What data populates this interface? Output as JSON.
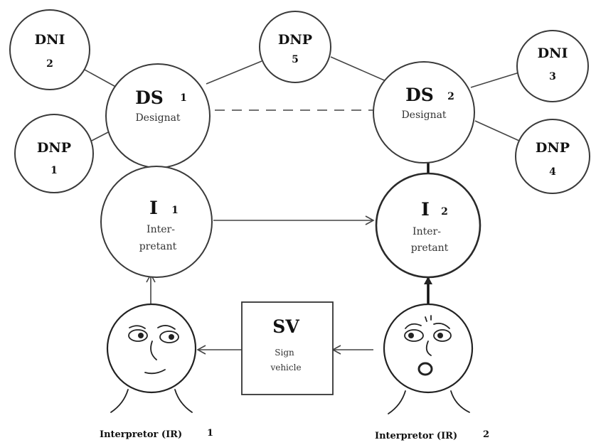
{
  "nodes": {
    "dni2": {
      "name": "DNI",
      "num": "2"
    },
    "dnp1": {
      "name": "DNP",
      "num": "1"
    },
    "dnp5": {
      "name": "DNP",
      "num": "5"
    },
    "dni3": {
      "name": "DNI",
      "num": "3"
    },
    "dnp4": {
      "name": "DNP",
      "num": "4"
    },
    "ds1": {
      "name": "DS",
      "num": "1",
      "label": "Designat"
    },
    "ds2": {
      "name": "DS",
      "num": "2",
      "label": "Designat"
    },
    "i1": {
      "name": "I",
      "num": "1",
      "label_line1": "Inter-",
      "label_line2": "pretant"
    },
    "i2": {
      "name": "I",
      "num": "2",
      "label_line1": "Inter-",
      "label_line2": "pretant"
    }
  },
  "sign_vehicle": {
    "abbr": "SV",
    "line1": "Sign",
    "line2": "vehicle"
  },
  "interpreters": {
    "left": {
      "label": "Interpretor (IR)",
      "num": "1"
    },
    "right": {
      "label": "Interpretor (IR)",
      "num": "2"
    }
  }
}
